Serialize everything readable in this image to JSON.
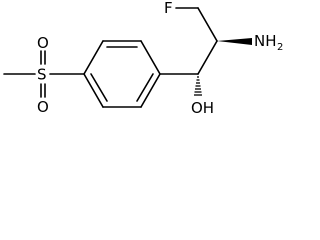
{
  "molecule": {
    "atoms": {
      "sulfur": "S",
      "oxygen_top": "O",
      "oxygen_bottom": "O",
      "fluorine": "F",
      "amine_main": "NH",
      "amine_sub": "2",
      "hydroxyl": "OH"
    }
  }
}
